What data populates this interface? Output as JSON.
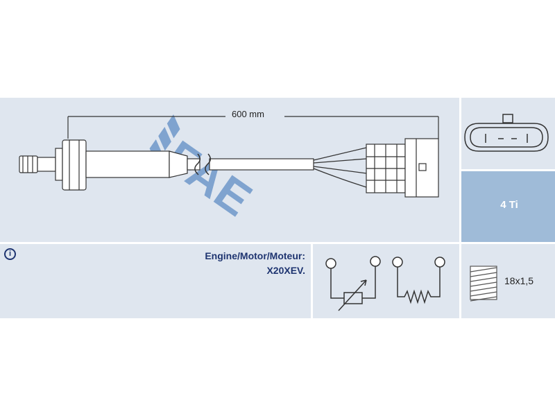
{
  "diagram": {
    "dimension_label": "600 mm",
    "brand_logo": "FAE",
    "wires_label": "4 Ti",
    "engine_label": "Engine/Motor/Moteur:",
    "engine_value": "X20XEV.",
    "thread_label": "18x1,5",
    "info_symbol": "i"
  },
  "icons": {
    "info": "info-circle-icon",
    "sensor": "lambda-sensor-icon",
    "connector": "plug-connector-icon",
    "circuit": "circuit-diagram-icon",
    "thread": "thread-icon"
  },
  "colors": {
    "panel_light": "#dfe6ef",
    "panel_accent": "#9fbbd8",
    "logo": "#7fa3cf",
    "text_blue": "#1e3470"
  }
}
